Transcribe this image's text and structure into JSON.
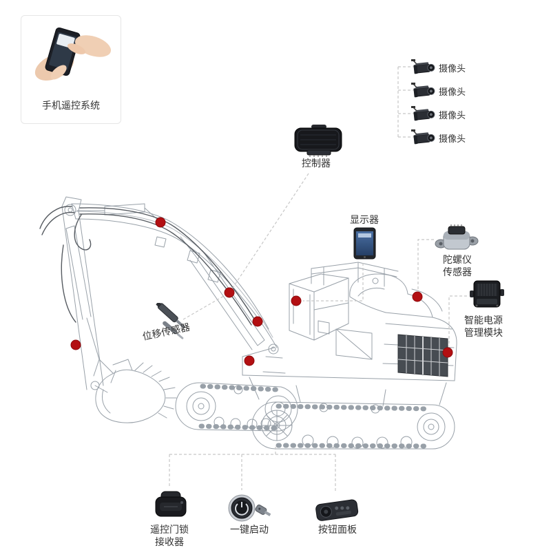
{
  "colors": {
    "marker_red": "#b30f12",
    "dashed_line": "#c6c6c6",
    "wireframe": "#98a0a8",
    "label_text": "#333333"
  },
  "phone_system": {
    "label": "手机遥控系统"
  },
  "cameras": {
    "labels": [
      "摄像头",
      "摄像头",
      "摄像头",
      "摄像头"
    ]
  },
  "controller": {
    "label": "控制器"
  },
  "display": {
    "label": "显示器"
  },
  "gyro_sensor": {
    "line1": "陀螺仪",
    "line2": "传感器"
  },
  "power_module": {
    "line1": "智能电源",
    "line2": "管理模块"
  },
  "displacement_sensor": {
    "label": "位移传感器"
  },
  "door_lock_receiver": {
    "line1": "遥控门锁",
    "line2": "接收器"
  },
  "one_key_start": {
    "label": "一键启动"
  },
  "button_panel": {
    "label": "按钮面板"
  }
}
